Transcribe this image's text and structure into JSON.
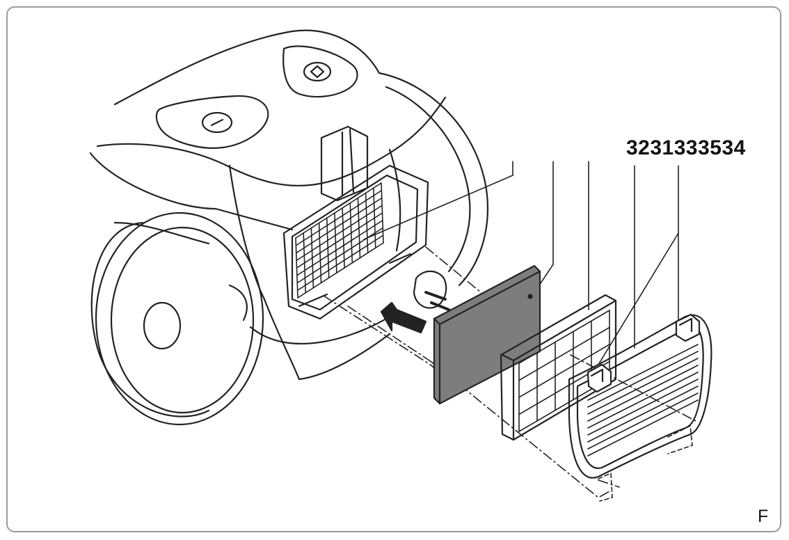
{
  "figure": {
    "letter": "F",
    "callouts": [
      {
        "id": "filter-callout-32",
        "label": "32"
      },
      {
        "id": "filter-callout-31",
        "label": "31"
      },
      {
        "id": "filter-callout-33",
        "label": "33"
      },
      {
        "id": "filter-callout-35",
        "label": "35"
      },
      {
        "id": "filter-callout-34",
        "label": "34"
      }
    ],
    "icons": [
      "power-switch-icon",
      "cord-rewind-icon",
      "insert-direction-arrow-icon",
      "power-plug-icon"
    ],
    "colors": {
      "line": "#222222",
      "filter_pad": "#7d7d7d",
      "frame_border": "#9a9a9a"
    }
  }
}
